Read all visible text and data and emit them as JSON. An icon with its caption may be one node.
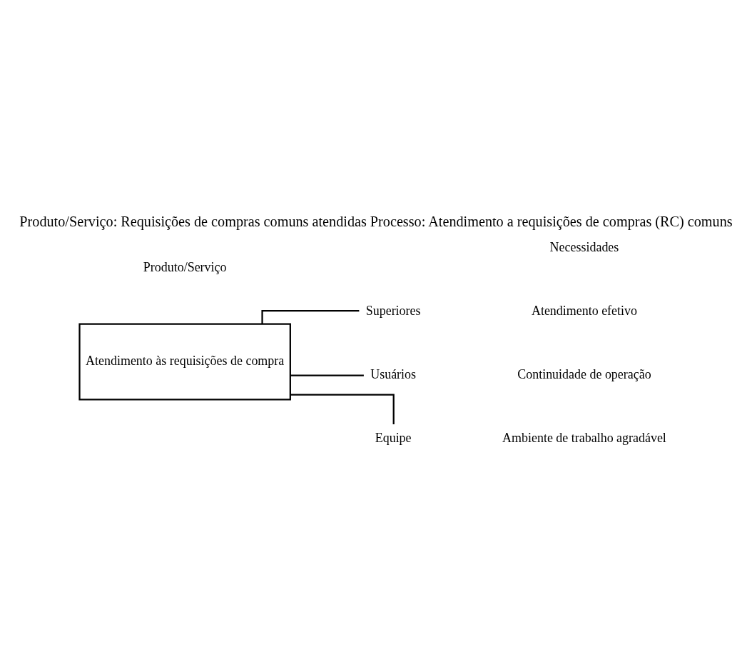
{
  "diagram": {
    "title": "Produto/Serviço: Requisições de compras comuns atendidas Processo: Atendimento a requisições de compras (RC) comuns",
    "nodes": [
      {
        "text": [
          "Atendimento às requisições de compra"
        ]
      },
      {
        "text": [
          "Superiores"
        ]
      },
      {
        "text": [
          "Usuários"
        ]
      },
      {
        "text": [
          "Equipe"
        ]
      }
    ],
    "edges": [
      {
        "from": 0,
        "to": 1,
        "arrow": "none"
      },
      {
        "from": 0,
        "to": 2,
        "arrow": "none"
      },
      {
        "from": 0,
        "to": 3,
        "arrow": "none"
      }
    ],
    "labels": [
      "Produto/Serviço",
      "Necessidades",
      "Atendimento efetivo",
      "Continuidade de operação",
      "Ambiente de trabalho agradável"
    ]
  }
}
